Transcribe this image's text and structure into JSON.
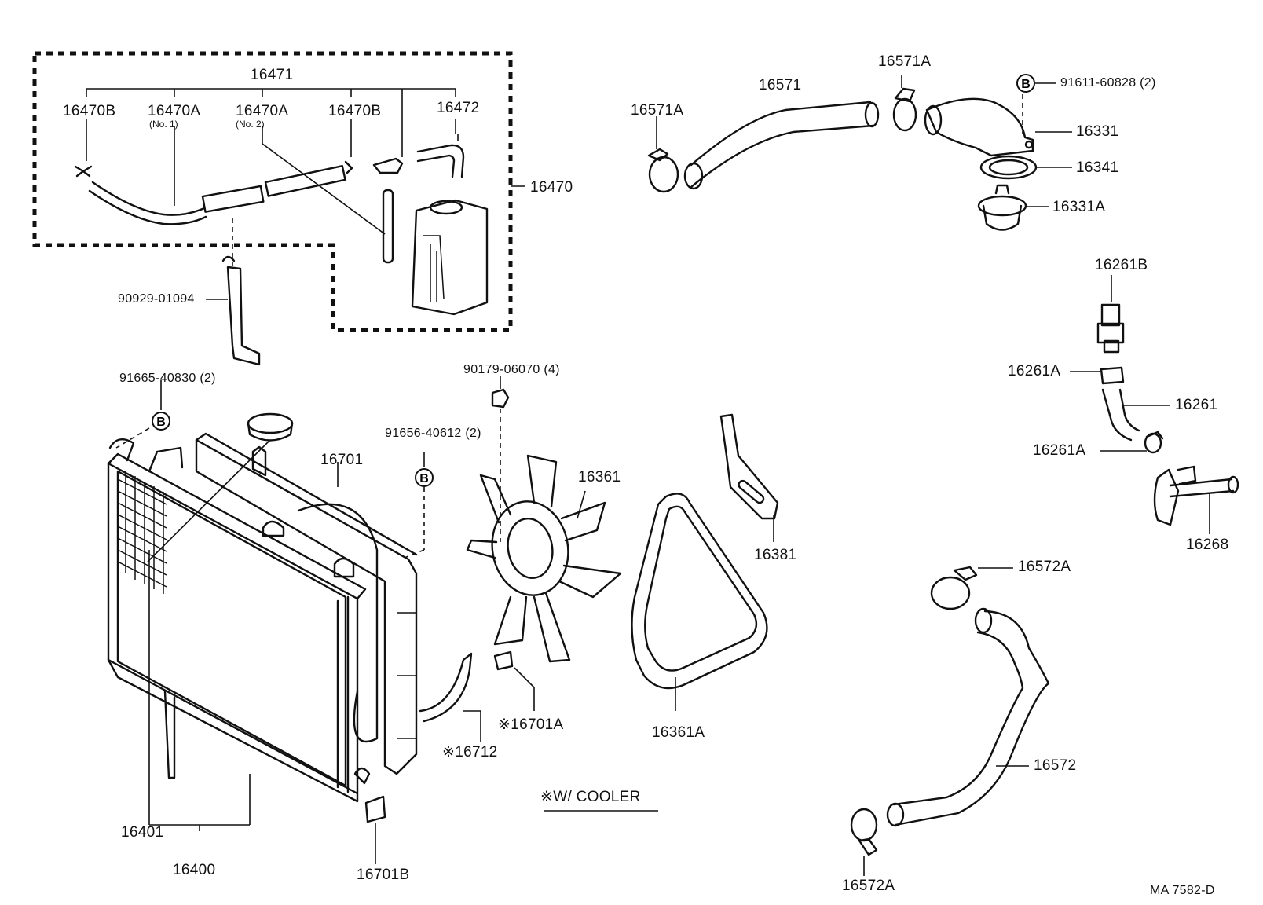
{
  "labels": {
    "p16471": "16471",
    "p16470B_left": "16470B",
    "p16470A_1": "16470A",
    "sub_no1": "(No. 1)",
    "p16470A_2": "16470A",
    "sub_no2": "(No. 2)",
    "p16470B_right": "16470B",
    "p16472": "16472",
    "p16470": "16470",
    "p90929": "90929-01094",
    "p91665": "91665-40830 (2)",
    "p90179": "90179-06070 (4)",
    "p16701": "16701",
    "p91656": "91656-40612 (2)",
    "p16361": "16361",
    "p16381": "16381",
    "p16361A": "16361A",
    "p16701A": "※16701A",
    "p16712": "※16712",
    "w_cooler": "※W/ COOLER",
    "p16401": "16401",
    "p16400": "16400",
    "p16701B": "16701B",
    "p16571A_top": "16571A",
    "p16571": "16571",
    "p16571A_left": "16571A",
    "p91611": "91611-60828 (2)",
    "p16331": "16331",
    "p16341": "16341",
    "p16331A": "16331A",
    "p16261B": "16261B",
    "p16261A_top": "16261A",
    "p16261": "16261",
    "p16261A_bottom": "16261A",
    "p16268": "16268",
    "p16572A_top": "16572A",
    "p16572": "16572",
    "p16572A_bottom": "16572A",
    "ref_code": "MA 7582-D",
    "bolt_mark": "B"
  }
}
